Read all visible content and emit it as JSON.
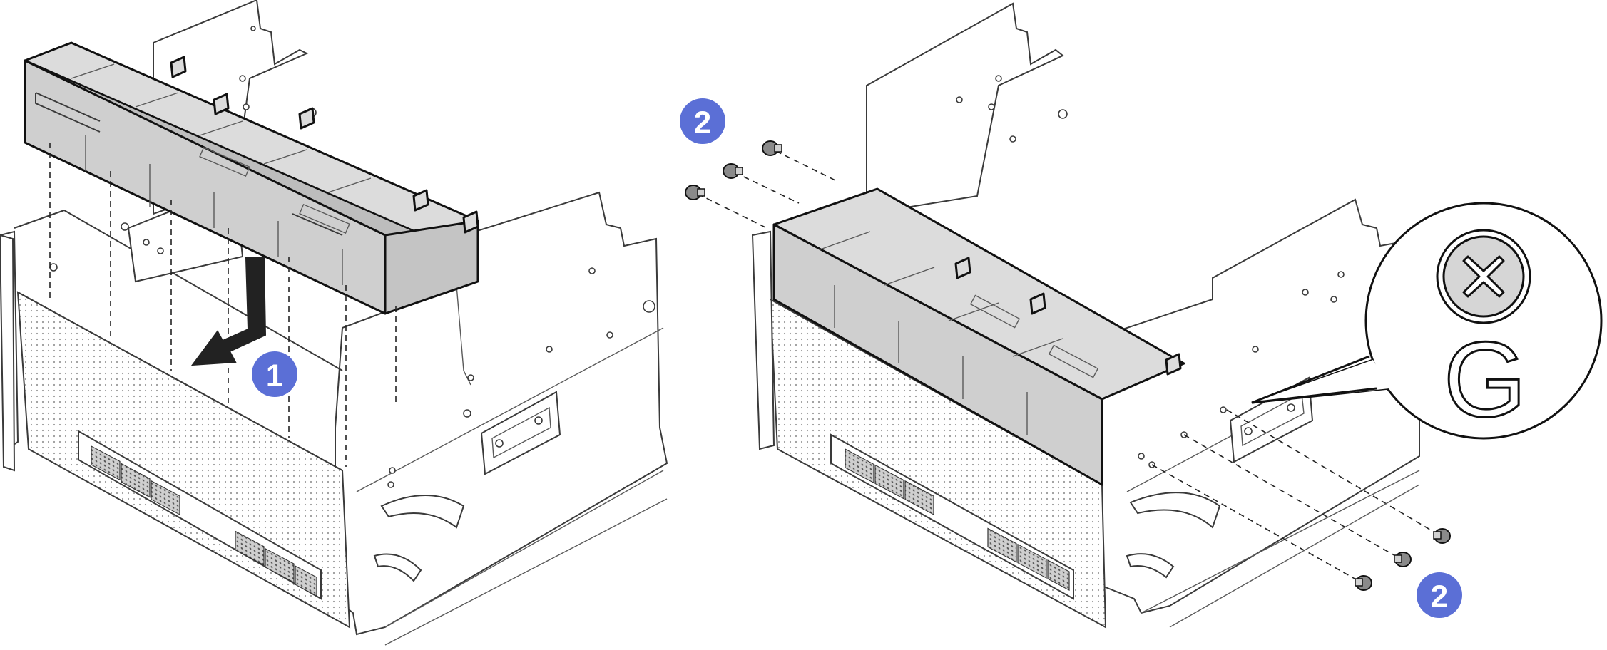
{
  "figure": {
    "callouts": {
      "step1": "1",
      "step2_top": "2",
      "step2_bottom": "2"
    },
    "zoom_detail": {
      "letter": "G",
      "icon": "phillips-screw-head-icon"
    },
    "colors": {
      "callout": "#5b6fd6",
      "cage_fill": "#dcdcdc",
      "line": "#3a3a3a"
    }
  }
}
